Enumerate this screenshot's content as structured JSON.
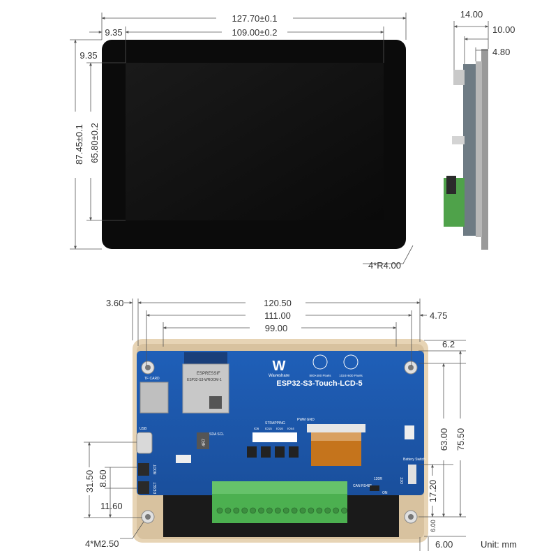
{
  "front_view": {
    "dims": {
      "overall_width": "127.70±0.1",
      "screen_width": "109.00±0.2",
      "left_bezel": "9.35",
      "top_bezel": "9.35",
      "overall_height": "87.45±0.1",
      "screen_height": "65.80±0.2",
      "corner_radius": "4*R4.00"
    }
  },
  "side_view": {
    "dims": {
      "total_depth": "14.00",
      "depth_a": "10.00",
      "depth_b": "4.80"
    }
  },
  "back_view": {
    "dims": {
      "w1": "120.50",
      "w2": "111.00",
      "w3": "99.00",
      "left_offset": "3.60",
      "right_offset": "4.75",
      "top_offset": "6.2",
      "h_outer": "75.50",
      "h_inner": "63.00",
      "h_switch": "17.20",
      "bottom_offset": "6.00",
      "bottom_right": "6.00",
      "left_h1": "31.50",
      "left_h2": "8.60",
      "left_h3": "11.60",
      "mount_holes": "4*M2.50"
    },
    "board": {
      "brand": "Waveshare",
      "model": "ESP32-S3-Touch-LCD-5",
      "res_a": "800×480 Pixels",
      "res_b": "1024×600 Pixels",
      "module_brand": "ESPRESSIF",
      "module_part": "ESP32-S3-WROOM-1",
      "tf_label": "TF CARD",
      "strapping": "STRAPPING",
      "pwm_gnd": "PWM GND",
      "battery_switch": "Battery Switch",
      "can_rs485": "CAN RS485",
      "res_120": "120R",
      "off_label": "OFF",
      "on_label": "ON",
      "inductor": "4R7",
      "i2c_pins": "SDA SCL",
      "usb_label": "USB",
      "boot_label": "BOOT",
      "reset_label": "RESET",
      "pin_labels": [
        "IO6",
        "IO15",
        "IO16",
        "IO44"
      ]
    }
  },
  "unit_label": "Unit: mm"
}
